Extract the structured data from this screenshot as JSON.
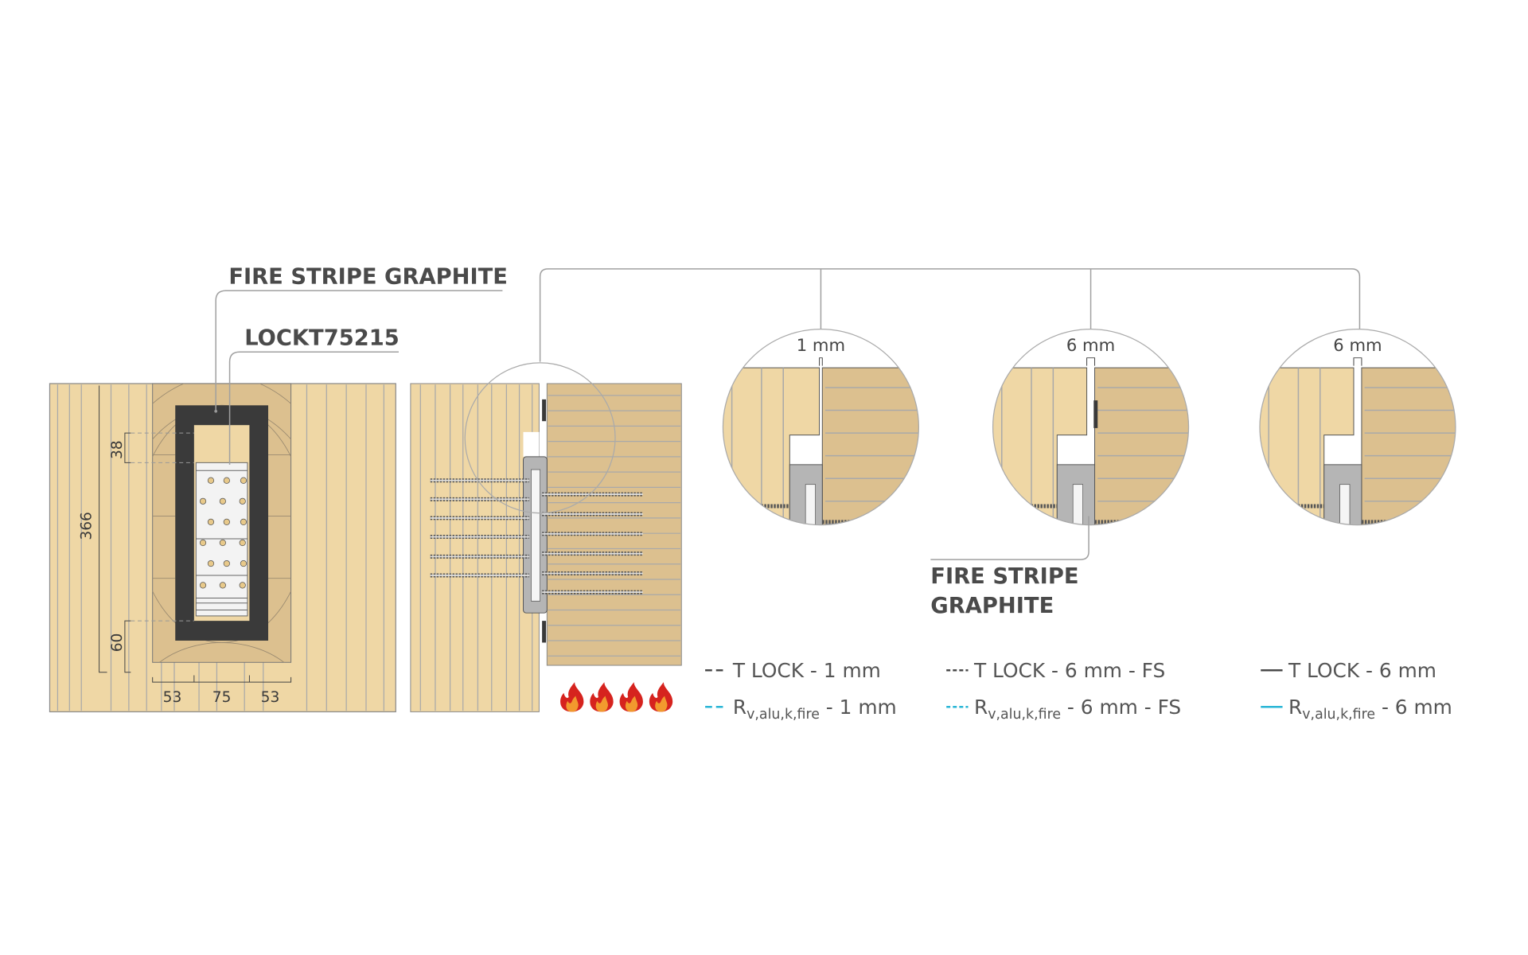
{
  "labels": {
    "fire_stripe_top": "FIRE STRIPE GRAPHITE",
    "product_code": "LOCKT75215",
    "fire_stripe_bottom_line1": "FIRE STRIPE",
    "fire_stripe_bottom_line2": "GRAPHITE"
  },
  "dimensions": {
    "top_offset": "38",
    "height": "366",
    "bottom_offset": "60",
    "left_width": "53",
    "center_width": "75",
    "right_width": "53"
  },
  "details": [
    {
      "gap": "1 mm"
    },
    {
      "gap": "6 mm"
    },
    {
      "gap": "6 mm"
    }
  ],
  "fire_icons": [
    "fire-icon",
    "fire-icon",
    "fire-icon",
    "fire-icon"
  ],
  "legend": [
    {
      "style": "dashed",
      "color": "#4a4a4a",
      "text": "T LOCK - 1 mm"
    },
    {
      "style": "dotted",
      "color": "#4a4a4a",
      "text": "T LOCK - 6 mm - FS"
    },
    {
      "style": "solid",
      "color": "#4a4a4a",
      "text": "T LOCK - 6 mm"
    },
    {
      "style": "dashed",
      "color": "#29b6d6",
      "r": "R",
      "sub": "v,alu,k,fire",
      "text": " - 1 mm"
    },
    {
      "style": "dotted",
      "color": "#29b6d6",
      "r": "R",
      "sub": "v,alu,k,fire",
      "text": " - 6 mm - FS"
    },
    {
      "style": "solid",
      "color": "#29b6d6",
      "r": "R",
      "sub": "v,alu,k,fire",
      "text": " - 6 mm"
    }
  ],
  "colors": {
    "wood_light": "#efd7a5",
    "wood_dark": "#dcc08f",
    "frame": "#3a3a3a",
    "steel": "#b5b5b5",
    "accent": "#29b6d6",
    "fire": "#d6231e"
  }
}
